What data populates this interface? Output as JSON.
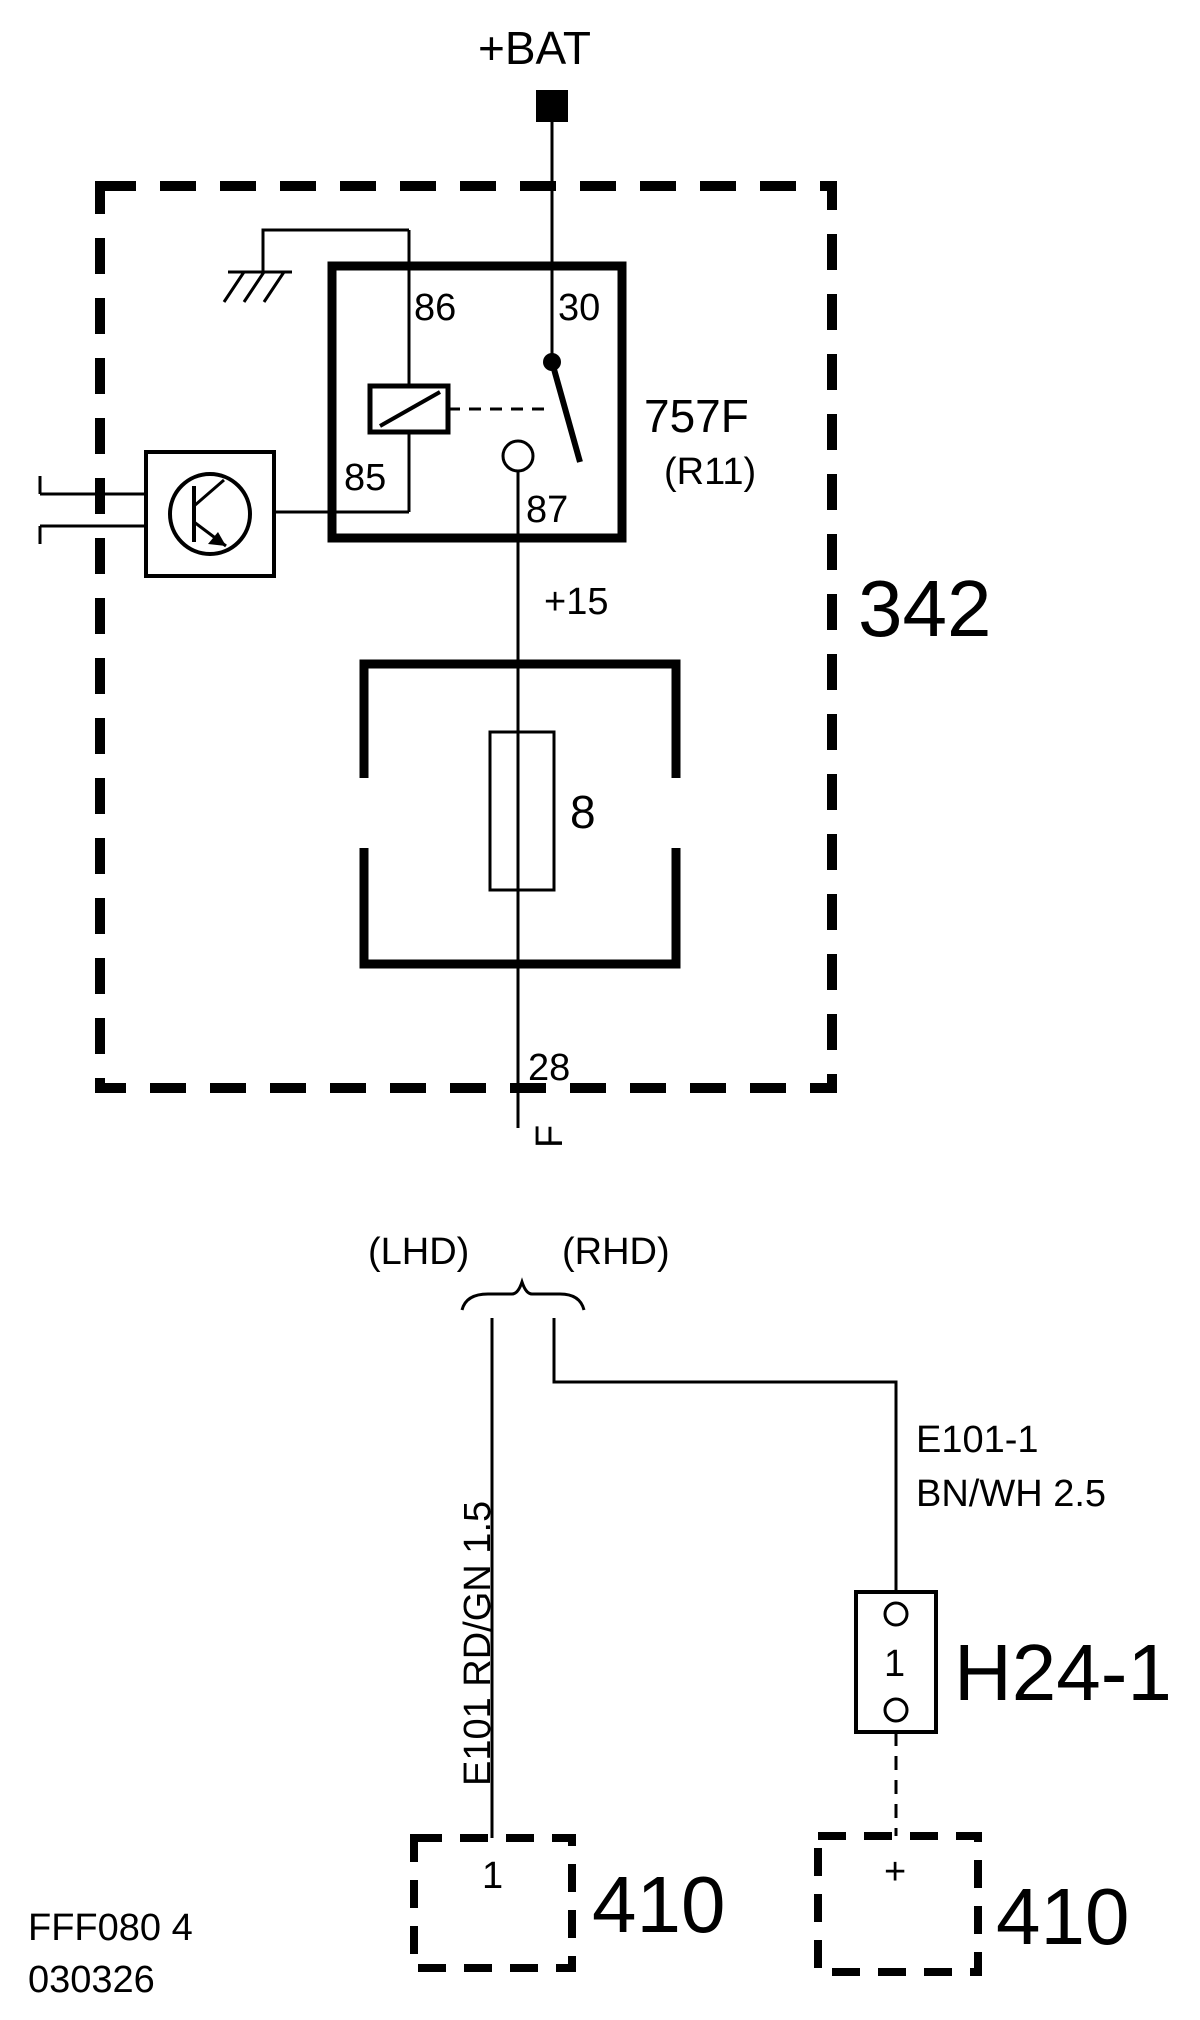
{
  "supply": {
    "label": "+BAT"
  },
  "module": {
    "id": "342"
  },
  "relay": {
    "id": "757F",
    "ref": "(R11)",
    "pins": {
      "p86": "86",
      "p30": "30",
      "p85": "85",
      "p87": "87"
    }
  },
  "circuit": {
    "ignition_label": "+15"
  },
  "fuse": {
    "number": "8"
  },
  "output": {
    "pin": "28",
    "connector": "F"
  },
  "variants": {
    "lhd": "(LHD)",
    "rhd": "(RHD)"
  },
  "wire_lhd": {
    "label": "E101  RD/GN 1.5"
  },
  "wire_rhd": {
    "id": "E101-1",
    "spec": "BN/WH  2.5"
  },
  "connector_h24": {
    "id": "H24-1",
    "pin": "1"
  },
  "lhd_target": {
    "id": "410",
    "pin": "1"
  },
  "rhd_target": {
    "id": "410",
    "pin": "+"
  },
  "footer": {
    "code": "FFF080 4",
    "date": "030326"
  }
}
